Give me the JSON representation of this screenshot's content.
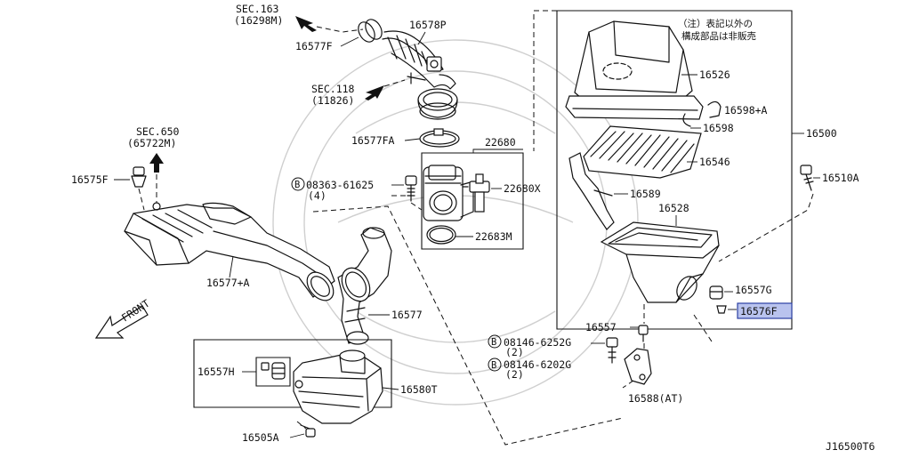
{
  "diagram_code": "J16500T6",
  "note": {
    "line1": "（注）表記以外の",
    "line2": "構成部品は非販売"
  },
  "direction": {
    "front": "FRONT"
  },
  "sec_refs": [
    {
      "id": "sec163",
      "line1": "SEC.163",
      "line2": "(16298M)"
    },
    {
      "id": "sec118",
      "line1": "SEC.118",
      "line2": "(11826)"
    },
    {
      "id": "sec650",
      "line1": "SEC.650",
      "line2": "(65722M)"
    }
  ],
  "parts": {
    "p16577F": "16577F",
    "p16578P": "16578P",
    "p16577FA": "16577FA",
    "p22680": "22680",
    "p08363": "08363-61625",
    "p08363_qty": "(4)",
    "p22680X": "22680X",
    "p22683M": "22683M",
    "p16575F": "16575F",
    "p16577A": "16577+A",
    "p16577": "16577",
    "p16557H": "16557H",
    "p16580T": "16580T",
    "p16505A": "16505A",
    "p16526": "16526",
    "p16598A": "16598+A",
    "p16598": "16598",
    "p16500": "16500",
    "p16546": "16546",
    "p16510A": "16510A",
    "p16589": "16589",
    "p16528": "16528",
    "p16557G": "16557G",
    "p16576F": "16576F",
    "p16557": "16557",
    "p08146_252": "08146-6252G",
    "p08146_252_qty": "(2)",
    "p08146_202": "08146-6202G",
    "p08146_202_qty": "(2)",
    "p16588": "16588(AT)"
  },
  "callout_symbol": "B",
  "colors": {
    "highlight_fill": "#b9c3ee",
    "highlight_stroke": "#2b3fa3",
    "line": "#111111"
  }
}
